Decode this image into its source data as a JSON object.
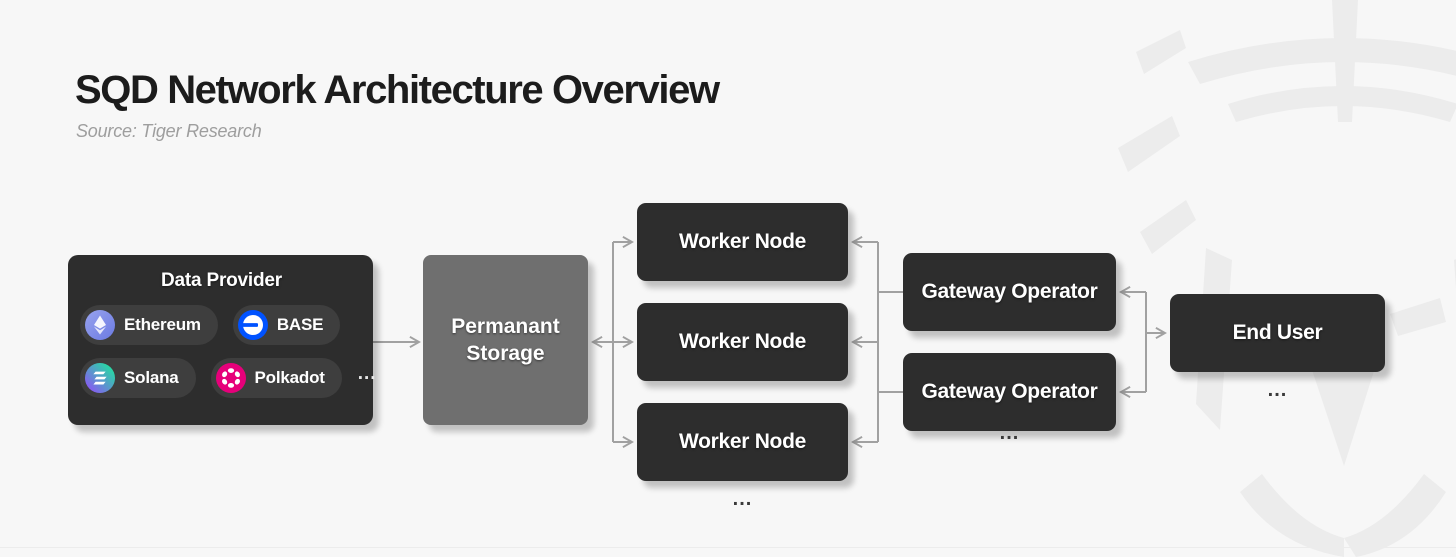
{
  "header": {
    "title": "SQD Network Architecture Overview",
    "source": "Source: Tiger Research"
  },
  "diagram": {
    "data_provider": {
      "title": "Data Provider",
      "chains": [
        {
          "name": "Ethereum",
          "icon": "ethereum-icon",
          "color": "#7C8CE8"
        },
        {
          "name": "BASE",
          "icon": "base-icon",
          "color": "#0052FF"
        },
        {
          "name": "Solana",
          "icon": "solana-icon",
          "color_start": "#9945FF",
          "color_end": "#14F195"
        },
        {
          "name": "Polkadot",
          "icon": "polkadot-icon",
          "color": "#E6007A"
        }
      ],
      "more": "..."
    },
    "permanent_storage": {
      "label": "Permanant Storage"
    },
    "worker_nodes": {
      "label": "Worker Node",
      "count": 3,
      "more": "..."
    },
    "gateway_operators": {
      "label": "Gateway Operator",
      "count": 2,
      "more": "..."
    },
    "end_user": {
      "label": "End User",
      "more": "..."
    },
    "styles": {
      "background": "#F7F7F7",
      "node_dark": "#2D2D2D",
      "storage_gray": "#6F6F6F",
      "chip_bg": "#3E3E3E",
      "connector": "#A1A1A1",
      "watermark": "#ECECEC"
    }
  }
}
